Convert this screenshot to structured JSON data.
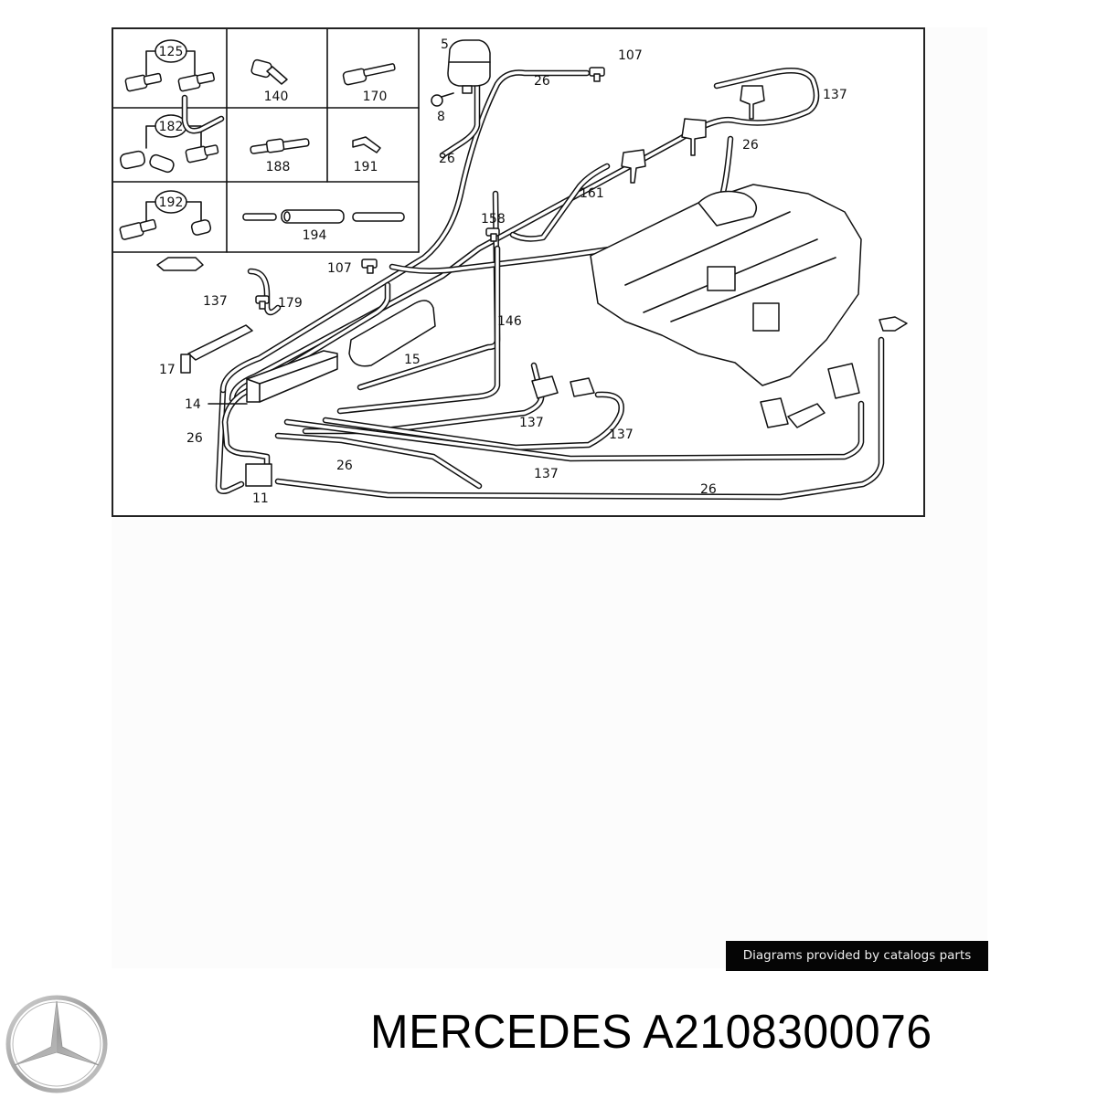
{
  "diagram": {
    "inset_grid": [
      {
        "ref": "125",
        "circled": true
      },
      {
        "ref": "140",
        "circled": false
      },
      {
        "ref": "170",
        "circled": false
      },
      {
        "ref": "182",
        "circled": true
      },
      {
        "ref": "188",
        "circled": false
      },
      {
        "ref": "191",
        "circled": false
      },
      {
        "ref": "192",
        "circled": true
      },
      {
        "ref": "194",
        "circled": false
      }
    ],
    "callouts": {
      "c5": "5",
      "c8": "8",
      "c107a": "107",
      "c26a": "26",
      "c137a": "137",
      "c26b": "26",
      "c26c": "26",
      "c161": "161",
      "c158": "158",
      "c107b": "107",
      "c137b": "137",
      "c179": "179",
      "c146": "146",
      "c17": "17",
      "c15": "15",
      "c14": "14",
      "c137c": "137",
      "c137d": "137",
      "c26d": "26",
      "c26e": "26",
      "c137e": "137",
      "c11": "11",
      "c26f": "26"
    }
  },
  "credit": "Diagrams provided by catalogs parts",
  "brand": {
    "name": "MERCEDES",
    "part_number": "A2108300076",
    "title": "MERCEDES A2108300076"
  },
  "colors": {
    "line": "#111111",
    "credit_bg": "#050505",
    "credit_text": "#f0f0f0",
    "logo_silver": "#a8a8a8"
  }
}
